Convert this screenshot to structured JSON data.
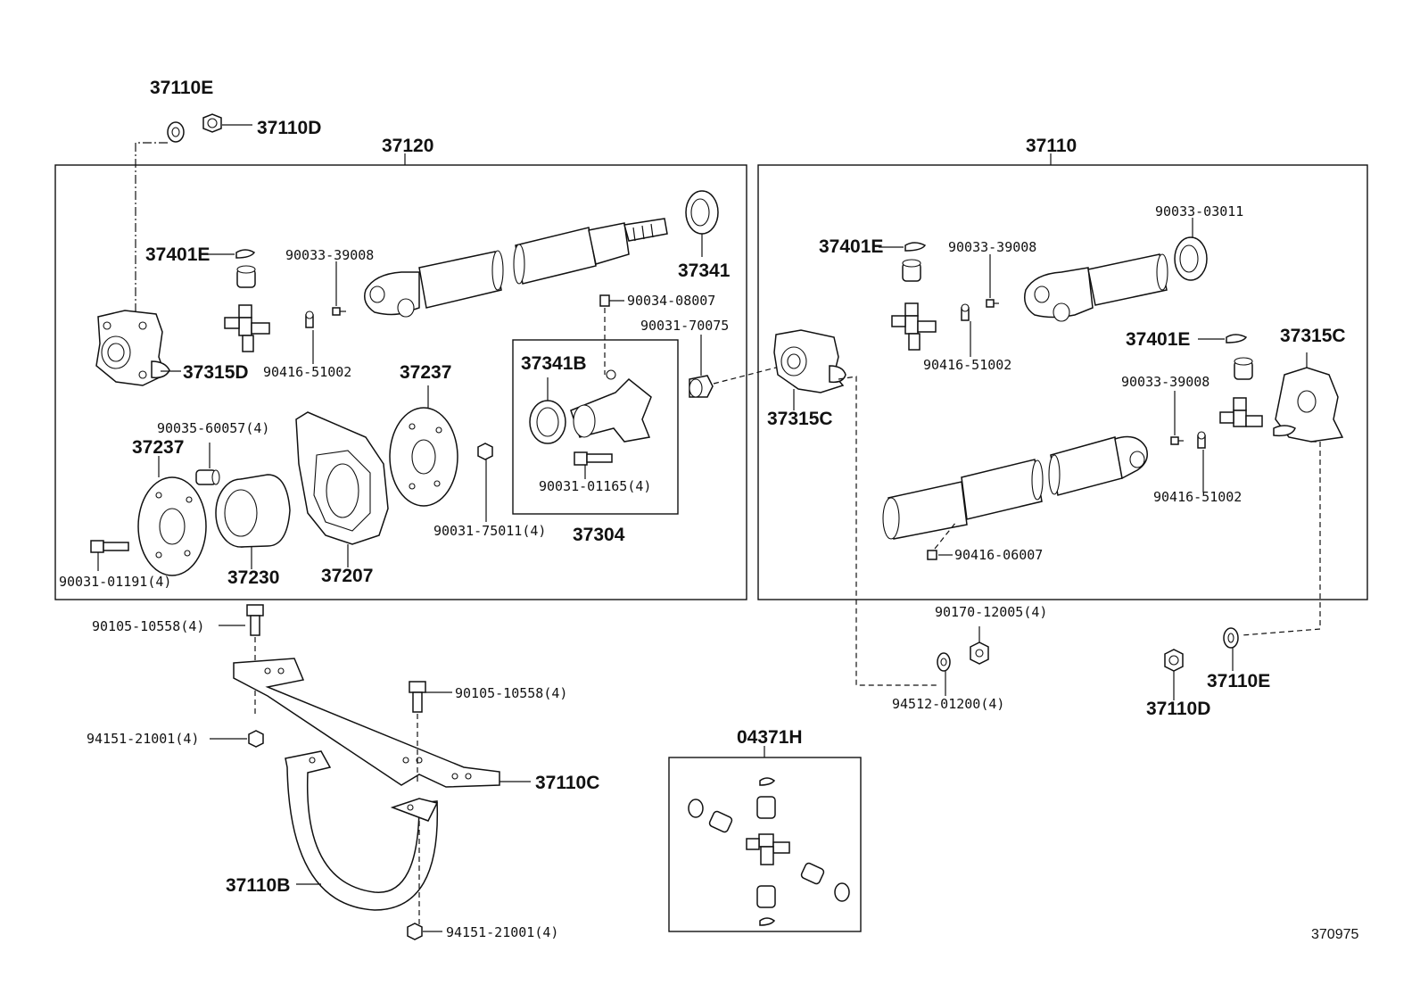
{
  "diagram_id": "370975",
  "groups": {
    "g37120": "37120",
    "g37110": "37110",
    "g37304": "37304",
    "g04371H": "04371H"
  },
  "labels": {
    "top_37110E": "37110E",
    "top_37110D": "37110D",
    "l_37401E": "37401E",
    "l_90033_39008": "90033-39008",
    "l_37341": "37341",
    "l_90034_08007": "90034-08007",
    "l_90031_70075": "90031-70075",
    "l_37315D": "37315D",
    "l_90416_51002": "90416-51002",
    "l_37237_top": "37237",
    "l_37341B": "37341B",
    "l_90035_60057": "90035-60057(4)",
    "l_37237_left": "37237",
    "l_90031_01165": "90031-01165(4)",
    "l_90031_75011": "90031-75011(4)",
    "l_90031_01191": "90031-01191(4)",
    "l_37230": "37230",
    "l_37207": "37207",
    "r_37401E_a": "37401E",
    "r_90033_39008_a": "90033-39008",
    "r_90033_03011": "90033-03011",
    "r_37315C_mid": "37315C",
    "r_90416_51002_a": "90416-51002",
    "r_37401E_b": "37401E",
    "r_37315C_right": "37315C",
    "r_90033_39008_b": "90033-39008",
    "r_90416_51002_b": "90416-51002",
    "r_90416_06007": "90416-06007",
    "r_90170_12005": "90170-12005(4)",
    "r_94512_01200": "94512-01200(4)",
    "r_37110D": "37110D",
    "r_37110E": "37110E",
    "b_90105_10558_a": "90105-10558(4)",
    "b_90105_10558_b": "90105-10558(4)",
    "b_94151_21001_a": "94151-21001(4)",
    "b_37110C": "37110C",
    "b_37110B": "37110B",
    "b_94151_21001_b": "94151-21001(4)"
  }
}
